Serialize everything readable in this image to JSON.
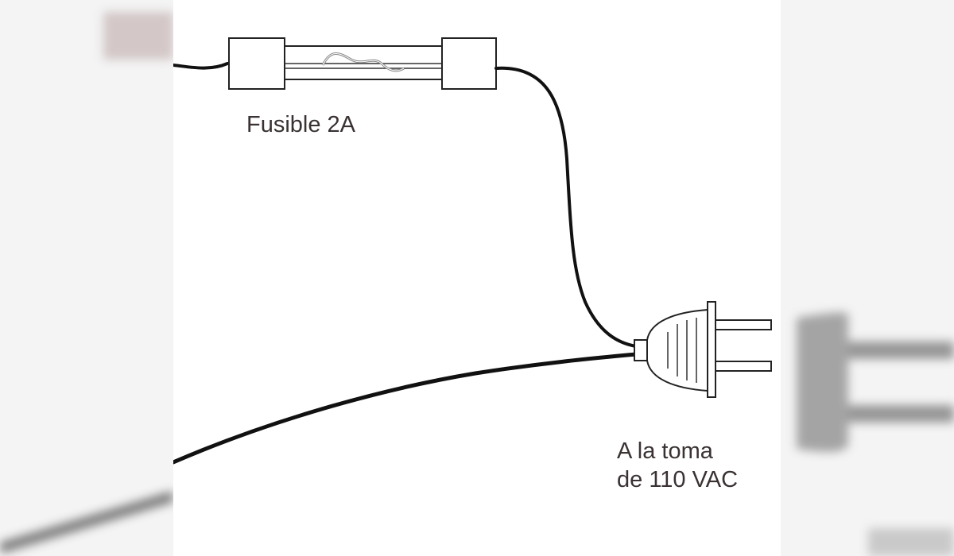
{
  "diagram": {
    "fuse_label": "Fusible 2A",
    "outlet_label_line1": "A la toma",
    "outlet_label_line2": "de 110 VAC"
  },
  "colors": {
    "wire": "#111111",
    "outline": "#222222",
    "text": "#3a3232",
    "background": "#ffffff"
  },
  "icons": {
    "fuse": "glass-cartridge-fuse-icon",
    "plug": "two-prong-plug-icon"
  }
}
